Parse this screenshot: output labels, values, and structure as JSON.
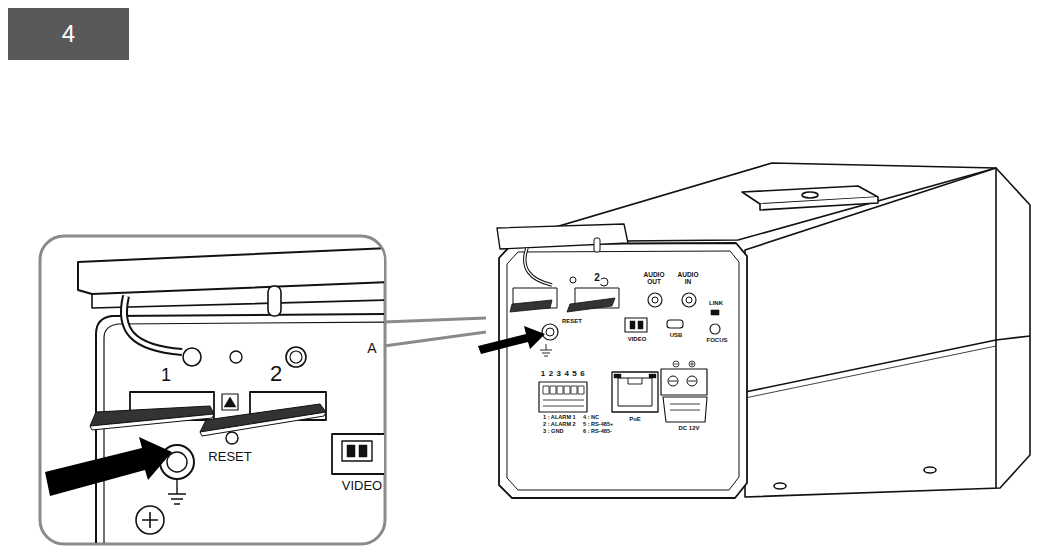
{
  "diagram": {
    "nodes": [
      {
        "text": [
          "4"
        ]
      }
    ],
    "labels": [
      "1",
      "2",
      "RESET",
      "A",
      "VIDEO",
      "2",
      "AUDIO OUT",
      "AUDIO IN",
      "LINK",
      "RESET",
      "VIDEO",
      "USB",
      "FOCUS",
      "1 2 3 4 5 6",
      "1 : ALARM 1",
      "2 : ALARM 2",
      "3 : GND",
      "4 : NC",
      "5 : RS-485+",
      "6 : RS-485-",
      "PoE",
      "DC 12V"
    ]
  }
}
